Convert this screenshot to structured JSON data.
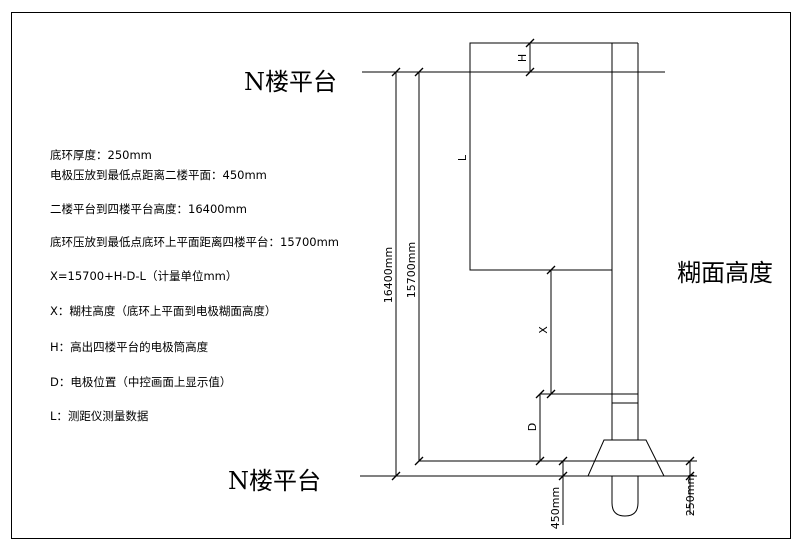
{
  "labels": {
    "top_platform": "N楼平台",
    "bottom_platform": "N楼平台",
    "paste_height": "糊面高度"
  },
  "notes": [
    "底环厚度：250mm",
    "电极压放到最低点距离二楼平面：450mm",
    "二楼平台到四楼平台高度：16400mm",
    "底环压放到最低点底环上平面距离四楼平台：15700mm",
    "X=15700+H-D-L（计量单位mm）",
    "X：糊柱高度（底环上平面到电极糊面高度）",
    "H：高出四楼平台的电极筒高度",
    "D：电极位置（中控画面上显示值）",
    "L：测距仪测量数据"
  ],
  "dimensions": {
    "height_16400": "16400mm",
    "height_15700": "15700mm",
    "low_450": "450mm",
    "ring_250": "250mm",
    "H": "H",
    "L": "L",
    "X": "X",
    "D": "D"
  },
  "colors": {
    "line": "#000000",
    "background": "#ffffff"
  }
}
